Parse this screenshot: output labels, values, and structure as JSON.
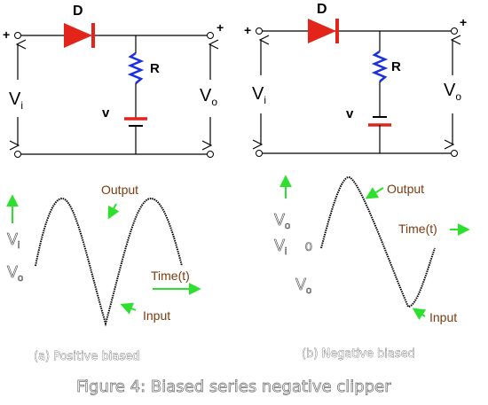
{
  "colors": {
    "diode": "#e3241b",
    "resistor": "#1a2fe0",
    "arrow": "#2ee02e",
    "label_brown": "#7a3b10",
    "wire": "#000000"
  },
  "circuit_a": {
    "diode_label": "D",
    "resistor_label": "R",
    "battery_label": "v",
    "input_label_main": "V",
    "input_label_sub": "i",
    "output_label_main": "V",
    "output_label_sub": "o",
    "plus_left": "+",
    "plus_right": "+"
  },
  "circuit_b": {
    "diode_label": "D",
    "resistor_label": "R",
    "battery_label": "v",
    "input_label_main": "V",
    "input_label_sub": "i",
    "output_label_main": "V",
    "output_label_sub": "o",
    "plus_left": "+",
    "plus_right": "+"
  },
  "wave_a": {
    "output_label": "Output",
    "input_label": "Input",
    "time_label": "Time(t)",
    "vi_main": "V",
    "vi_sub": "i",
    "vo_main": "V",
    "vo_sub": "o",
    "caption": "(a) Positive biased"
  },
  "wave_b": {
    "output_label": "Output",
    "input_label": "Input",
    "time_label": "Time(t)",
    "vo_top_main": "V",
    "vo_top_sub": "o",
    "vi_main": "V",
    "vi_sub": "i",
    "zero_label": "0",
    "vo_bottom_main": "V",
    "vo_bottom_sub": "o",
    "caption": "(b) Negative biased"
  },
  "figure_caption": "Figure 4: Biased series negative clipper"
}
